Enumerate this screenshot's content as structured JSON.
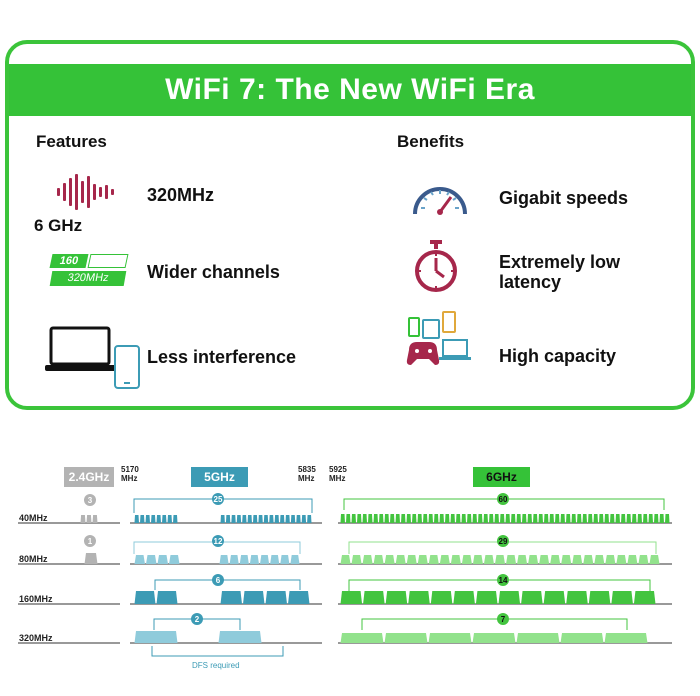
{
  "title": "WiFi 7: The New WiFi Era",
  "features": {
    "heading": "Features",
    "items": [
      {
        "label": "320MHz",
        "sublabel": "6 GHz"
      },
      {
        "label": "Wider channels",
        "badge_top": "160",
        "badge_bottom": "320MHz"
      },
      {
        "label": "Less interference"
      }
    ]
  },
  "benefits": {
    "heading": "Benefits",
    "items": [
      {
        "label": "Gigabit speeds"
      },
      {
        "label": "Extremely low latency",
        "line1": "Extremely low",
        "line2": "latency"
      },
      {
        "label": "High capacity"
      }
    ]
  },
  "spectrum": {
    "bands": {
      "b24": "2.4GHz",
      "b5": "5GHz",
      "b6": "6GHz"
    },
    "freq": {
      "f5170": "5170",
      "f5835": "5835",
      "f5925": "5925",
      "unit": "MHz"
    },
    "widths": [
      "40MHz",
      "80MHz",
      "160MHz",
      "320MHz"
    ],
    "counts_24": [
      3,
      1
    ],
    "counts_5": [
      25,
      12,
      6,
      2
    ],
    "counts_6": [
      60,
      29,
      14,
      7
    ],
    "dfs_note": "DFS required"
  },
  "colors": {
    "green": "#35c238",
    "b24_gray": "#b3b3b3",
    "b5_blue": "#3c9bb5",
    "b5_light": "#8fcbdb",
    "b6_green": "#43c43f",
    "b6_light": "#92e28c",
    "maroon": "#a6274b"
  }
}
